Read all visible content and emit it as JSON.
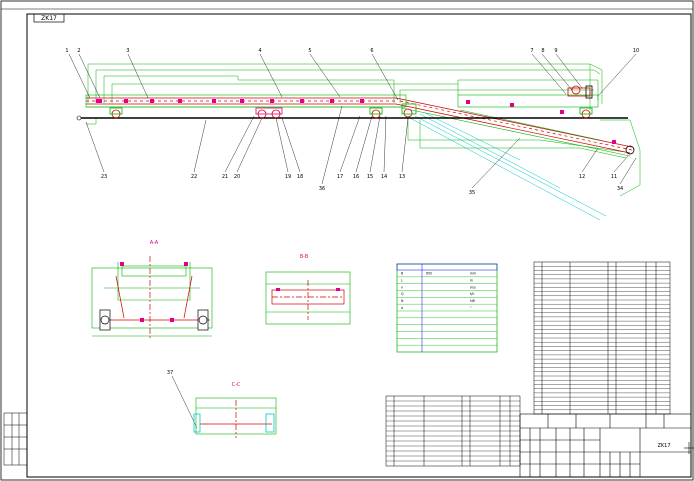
{
  "sheet": {
    "stamp": "ZK17",
    "drawing_no": "ZK17",
    "view_labels": {
      "aa": "A-A",
      "bb": "B-B",
      "cc": "C-C"
    }
  },
  "callouts": {
    "top": [
      "1",
      "2",
      "3",
      "4",
      "5",
      "6",
      "7",
      "8",
      "9",
      "10"
    ],
    "bottom": [
      "23",
      "22",
      "21",
      "20",
      "19",
      "18",
      "36",
      "17",
      "16",
      "15",
      "14",
      "13",
      "35",
      "12",
      "11",
      "34"
    ],
    "view_c": "37"
  },
  "tech_table": {
    "rows": [
      [
        "B",
        "650",
        "mm"
      ],
      [
        "L",
        "",
        "m"
      ],
      [
        "v",
        "",
        "m/s"
      ],
      [
        "Q",
        "",
        "t/h"
      ],
      [
        "N",
        "",
        "kW"
      ],
      [
        "α",
        "",
        "°"
      ],
      [
        "",
        "",
        ""
      ],
      [
        "",
        "",
        ""
      ],
      [
        "",
        "",
        ""
      ],
      [
        "",
        "",
        ""
      ],
      [
        "",
        "",
        ""
      ],
      [
        "",
        "",
        ""
      ]
    ]
  },
  "colors": {
    "frame": "#000000",
    "structure": "#00b400",
    "dimension": "#00b400",
    "accent": "#e0008a",
    "steel": "#d40000",
    "cyan": "#00c8c8",
    "blue": "#0000ff"
  }
}
